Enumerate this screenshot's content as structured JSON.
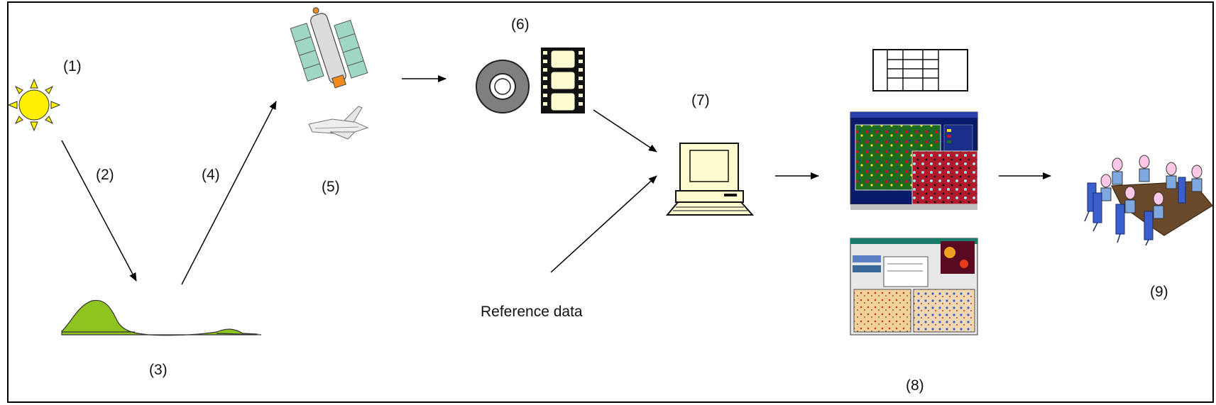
{
  "labels": {
    "sun": "(1)",
    "incoming": "(2)",
    "earth": "(3)",
    "reflected": "(4)",
    "platforms": "(5)",
    "storage": "(6)",
    "processing": "(7)",
    "products": "(8)",
    "users": "(9)",
    "reference": "Reference data"
  },
  "colors": {
    "sun": "#ffef00",
    "land": "#8fc31f",
    "satellite_panel": "#9fd6c4",
    "disk": "#7f7f7f",
    "film": "#fffbd0",
    "computer": "#fffbd0",
    "map_bg": "#0a1a6a",
    "table_wood": "#6b4a2b",
    "chair": "#3a5fcd"
  },
  "icons": {
    "sun": "sun-icon",
    "earth": "terrain-icon",
    "satellite": "satellite-icon",
    "shuttle": "space-shuttle-icon",
    "tape": "tape-reel-icon",
    "film": "film-strip-icon",
    "computer": "computer-icon",
    "table": "table-icon",
    "map1": "map-screen-icon",
    "map2": "map-screen-icon",
    "meeting": "meeting-table-icon"
  }
}
